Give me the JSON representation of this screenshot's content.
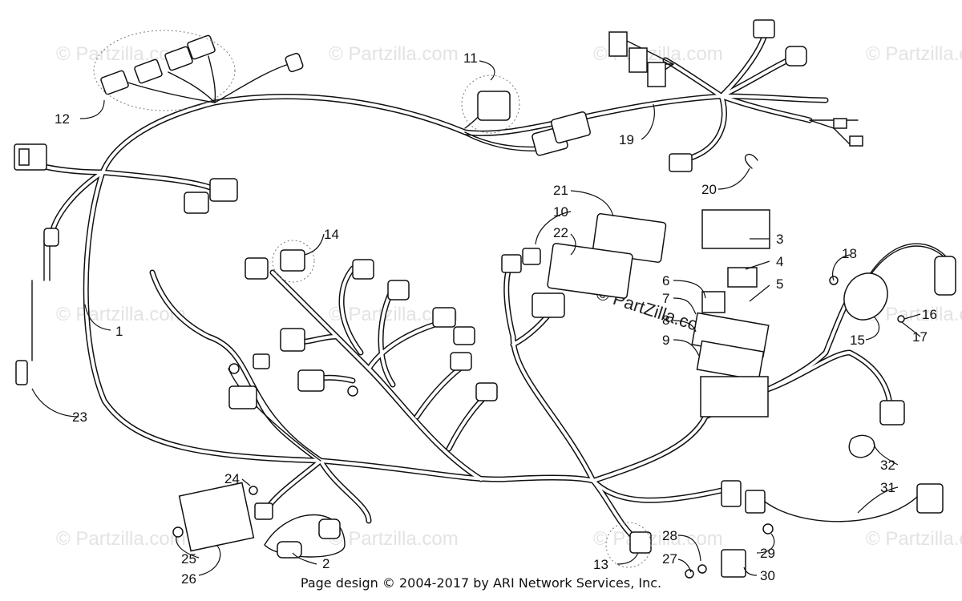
{
  "callouts": [
    "1",
    "2",
    "3",
    "4",
    "5",
    "6",
    "7",
    "8",
    "9",
    "10",
    "11",
    "12",
    "13",
    "14",
    "15",
    "16",
    "17",
    "18",
    "19",
    "20",
    "21",
    "22",
    "23",
    "24",
    "25",
    "26",
    "27",
    "28",
    "29",
    "30",
    "31",
    "32"
  ],
  "watermark": "© Partzilla.com",
  "watermark_center": "© PartZilla.com",
  "footer": "Page design © 2004-2017 by ARI Network Services, Inc."
}
